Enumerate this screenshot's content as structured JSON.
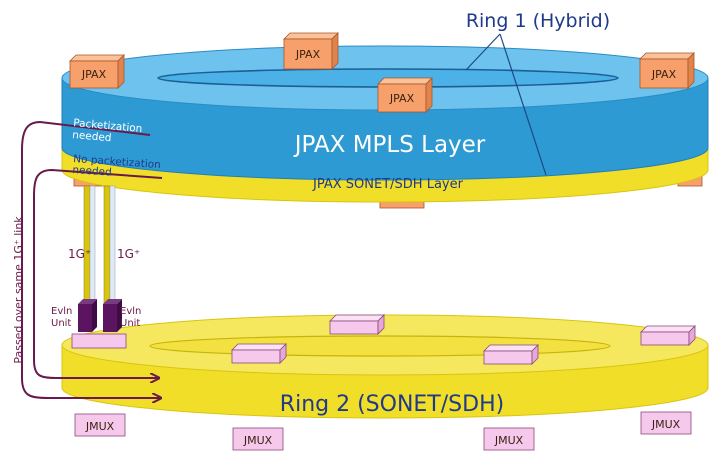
{
  "ring1": {
    "title": "Ring 1 (Hybrid)",
    "mpls_layer": "JPAX MPLS Layer",
    "sonet_layer": "JPAX SONET/SDH Layer",
    "node_label": "JPAX"
  },
  "ring2": {
    "title": "Ring 2 (SONET/SDH)",
    "node_label": "JMUX"
  },
  "arrows": {
    "packetization": "Packetization needed",
    "no_packetization": "No packetization needed"
  },
  "links": {
    "label": "1G⁺",
    "side_label": "Passed over same 1G⁺ link"
  },
  "evln": {
    "label": "Evln Unit"
  },
  "colors": {
    "blue_top": "#5ab6e6",
    "blue_side": "#2e9ad4",
    "yellow": "#f1de28",
    "yellow_dark": "#d9c40f",
    "jpax_fill": "#f7a06b",
    "jmux_fill": "#f5c8ec",
    "label_blue": "#1f3a8a",
    "arrow": "#6a1a4a",
    "evln": "#5a1460"
  }
}
